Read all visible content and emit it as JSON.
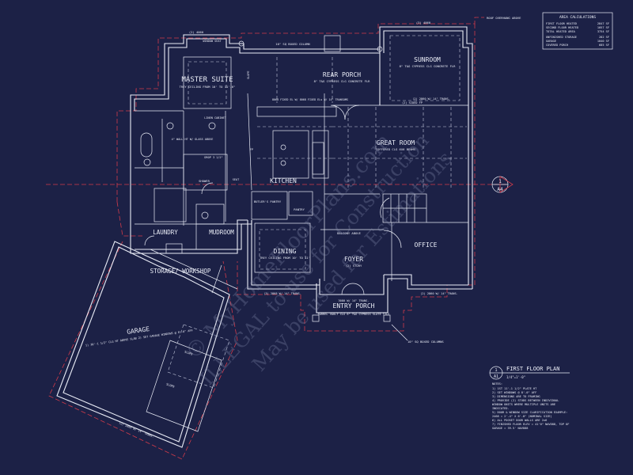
{
  "colors": {
    "background": "#1c2146",
    "linework": "#e9ecf6",
    "roof_overhang": "#d23b4a",
    "watermark": "#8d93b6"
  },
  "area_calculations": {
    "title": "AREA CALCULATIONS",
    "rows": [
      {
        "label": "FIRST FLOOR HEATED",
        "value": "2847 SF"
      },
      {
        "label": "SECOND FLOOR HEATED",
        "value": "1057 SF"
      },
      {
        "label": "TOTAL HEATED AREA",
        "value": "3754 SF"
      },
      {
        "label": "UNFINISHED STORAGE",
        "value": "282 SF"
      },
      {
        "label": "GARAGE",
        "value": "1040 SF"
      },
      {
        "label": "COVERED PORCH",
        "value": "685 SF"
      }
    ]
  },
  "rooms": {
    "master_suite": "MASTER SUITE",
    "master_note": "TREY CEILING FROM 10' TO 11'-6\"",
    "rear_porch": "REAR PORCH",
    "rear_porch_note": "8\" T&G CYPRESS CLG CONCRETE FLR",
    "sunroom": "SUNROOM",
    "sunroom_note": "8\" T&G CYPRESS CLG CONCRETE FLR",
    "great_room": "GREAT ROOM",
    "great_room_note": "COFFERED CLG 6X6 BEAMS",
    "kitchen": "KITCHEN",
    "dining": "DINING",
    "dining_note": "TREY CEILING FROM 10' TO 11'",
    "foyer": "FOYER",
    "foyer_note": "(2) STORY",
    "office": "OFFICE",
    "entry_porch": "ENTRY PORCH",
    "entry_note": "BARREL VAULT CLG 6\" T&G CYPRESS SLATE TILE",
    "laundry": "LAUNDRY",
    "mudroom": "MUDROOM",
    "storage": "STORAGE/ WORKSHOP",
    "garage": "GARAGE",
    "garage_note": "1) 30'-1 1/2\" CLG HT ABOVE SLAB 2) SET GARAGE WINDOWS @ 8'-0\" AFF",
    "pantry": "PANTRY",
    "butlers_pantry": "BUTLER'S PANTRY",
    "shower": "SHOWER",
    "linen": "LINEN CABINET",
    "balcony": "BALCONY ABOVE"
  },
  "annotations": {
    "roof_overhang": "ROOF OVERHANG ABOVE",
    "column_top": "10\" SQ BOXED COLUMN",
    "column_bottom": "10\" SQ BOXED COLUMNS",
    "window_seat": "WINDOW SEAT",
    "two_sided_fp": "(2) SIDED FP",
    "wall_4": "4\" WALL HT W/ GLASS ABOVE",
    "slope": "SLOPE",
    "drop": "DROP 3 1/2\"",
    "seat": "SEAT",
    "fp": "FP",
    "trans1": "(3) 2868 W/ 14\" TRANS.",
    "trans2": "3080 W/ 14\" TRANS.",
    "trans3": "(2) 2860 W/ 14\" TRANS.",
    "trans4": "(2) 2860 W/ 14\" TRANS.",
    "trans5": "(2) 2860 W/ 14\" TRANS.",
    "fixed": "8068 FIXED EL W/ 8068 FIXED ELs W/ 14\" TRANSOMS",
    "w1": "(2) 4060",
    "w2": "(3) 4060"
  },
  "title_block": {
    "circle_top": "1",
    "circle_bottom": "A1",
    "title": "FIRST FLOOR PLAN",
    "scale": "1/4\"=1'-0\"",
    "notes_title": "NOTES:",
    "notes": [
      "1) 1ST 11'-1 1/2\" PLATE HT",
      "2) SET WINDOWS @ 8'-0\" AFF",
      "3) DIMENSIONS ARE TO FRAMING",
      "4) PROVIDE (2) STUDS BETWEEN INDIVIDUAL",
      "   WINDOW UNITS WHERE MULTIPLE UNITS ARE",
      "   INDICATED.",
      "5) DOOR & WINDOW SIZE CLARIFICATION EXAMPLE:",
      "   2468 = 2'-4\" X 6'-8\" (NOMINAL SIZE)",
      "6) ALL POCKET DOOR WALLS ARE 2x6",
      "7) FINISHED FLOOR ELEV = 41'0\" NAVD88, TOP OF",
      "   GARAGE = 39.5' NAVD88"
    ]
  },
  "section_marker": {
    "top": "1",
    "bottom": "A4"
  },
  "watermark": {
    "line1": "© MyHomeFloorPlans.com",
    "line2": "ILLEGAL to use for Construction",
    "line3": "May be used for Estimations"
  }
}
